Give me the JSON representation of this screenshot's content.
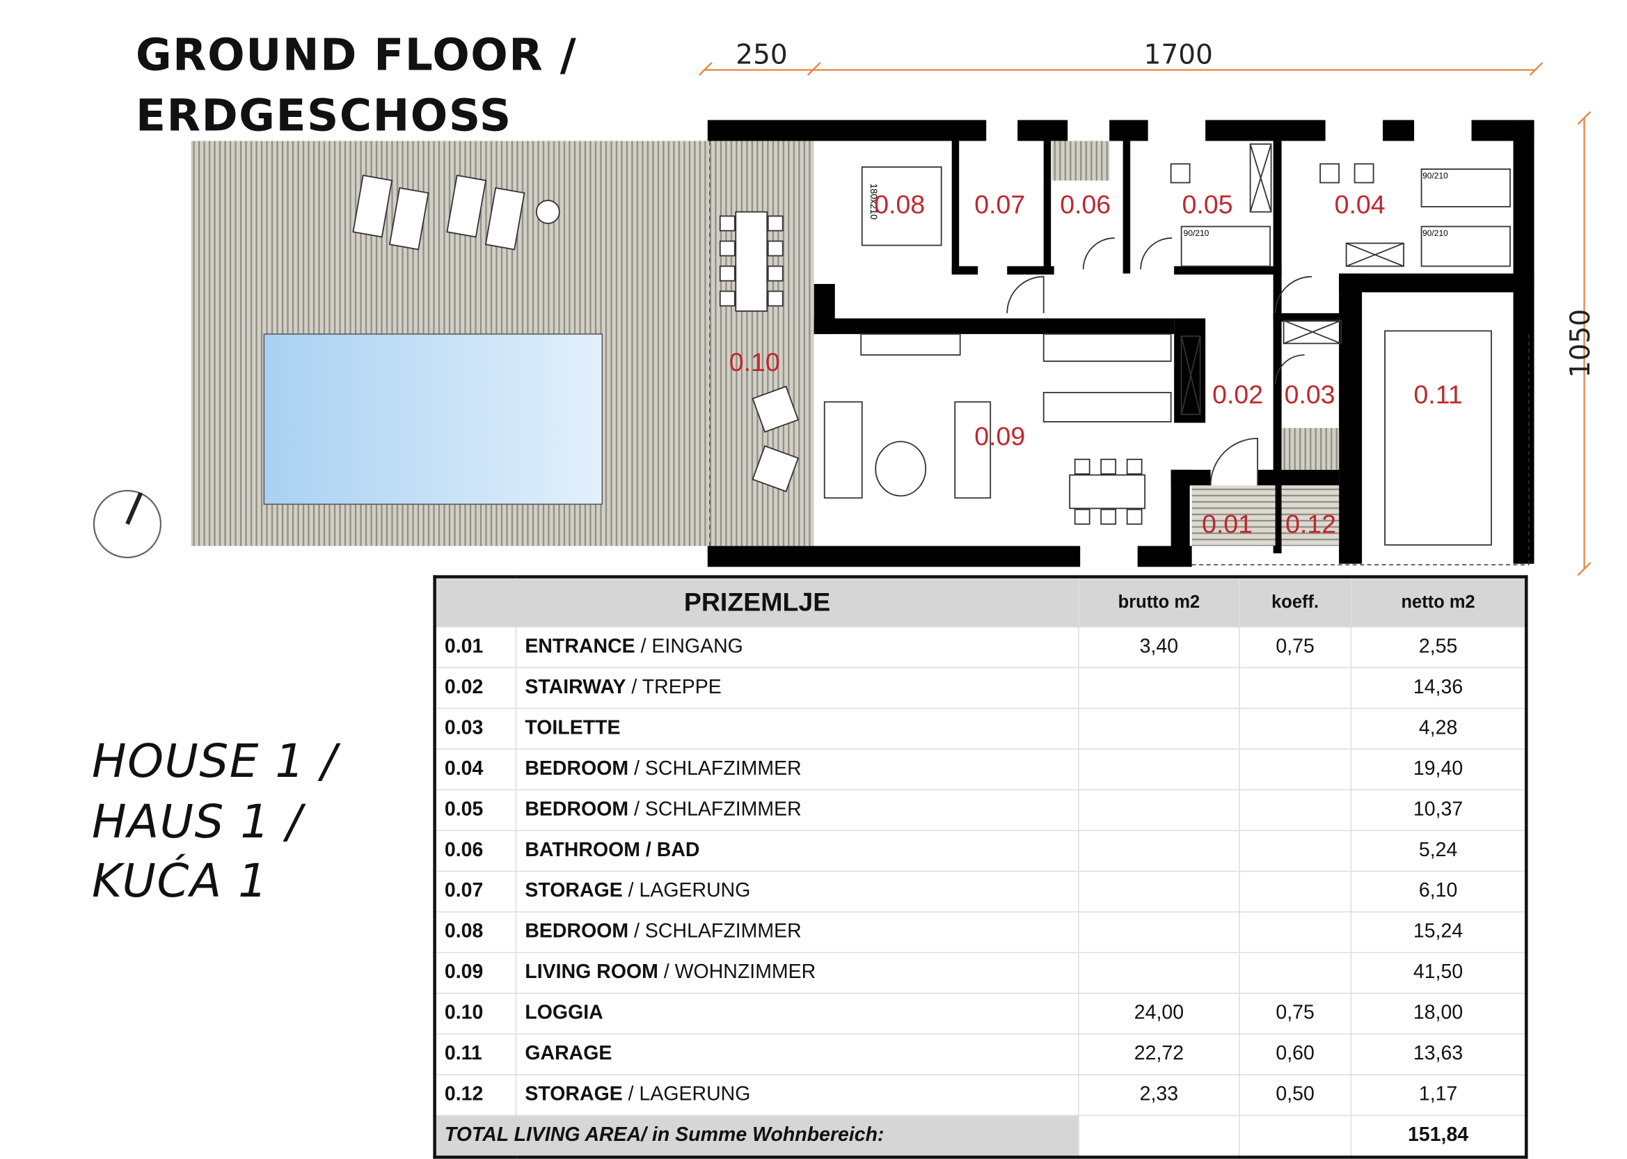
{
  "title": {
    "line1": "GROUND FLOOR /",
    "line2": "ERDGESCHOSS"
  },
  "house": {
    "line1": "HOUSE 1 /",
    "line2": "HAUS 1 /",
    "line3": "KUĆA 1"
  },
  "dimensions": {
    "left": "250",
    "top": "1700",
    "side": "1050"
  },
  "room_labels": [
    "0.01",
    "0.02",
    "0.03",
    "0.04",
    "0.05",
    "0.06",
    "0.07",
    "0.08",
    "0.09",
    "0.10",
    "0.11",
    "0.12"
  ],
  "furniture_labels": {
    "bed_large": "180x210",
    "bed_small": "90/210"
  },
  "colors": {
    "room_label": "#c0262d",
    "dimension": "#e8833a",
    "pool": "#bcdcf5",
    "deck": "#c9c7bd"
  },
  "table": {
    "title": "PRIZEMLJE",
    "headers": {
      "brutto": "brutto m2",
      "koeff": "koeff.",
      "netto": "netto m2"
    },
    "rows": [
      {
        "id": "0.01",
        "bold": "ENTRANCE",
        "rest": " / EINGANG",
        "brutto": "3,40",
        "koeff": "0,75",
        "netto": "2,55"
      },
      {
        "id": "0.02",
        "bold": "STAIRWAY",
        "rest": " / TREPPE",
        "brutto": "",
        "koeff": "",
        "netto": "14,36"
      },
      {
        "id": "0.03",
        "bold": "TOILETTE",
        "rest": "",
        "brutto": "",
        "koeff": "",
        "netto": "4,28"
      },
      {
        "id": "0.04",
        "bold": "BEDROOM",
        "rest": " / SCHLAFZIMMER",
        "brutto": "",
        "koeff": "",
        "netto": "19,40"
      },
      {
        "id": "0.05",
        "bold": "BEDROOM",
        "rest": " / SCHLAFZIMMER",
        "brutto": "",
        "koeff": "",
        "netto": "10,37"
      },
      {
        "id": "0.06",
        "bold": "BATHROOM / BAD",
        "rest": "",
        "brutto": "",
        "koeff": "",
        "netto": "5,24"
      },
      {
        "id": "0.07",
        "bold": "STORAGE",
        "rest": " / LAGERUNG",
        "brutto": "",
        "koeff": "",
        "netto": "6,10"
      },
      {
        "id": "0.08",
        "bold": "BEDROOM",
        "rest": " / SCHLAFZIMMER",
        "brutto": "",
        "koeff": "",
        "netto": "15,24"
      },
      {
        "id": "0.09",
        "bold": "LIVING ROOM",
        "rest": " / WOHNZIMMER",
        "brutto": "",
        "koeff": "",
        "netto": "41,50"
      },
      {
        "id": "0.10",
        "bold": "LOGGIA",
        "rest": "",
        "brutto": "24,00",
        "koeff": "0,75",
        "netto": "18,00"
      },
      {
        "id": "0.11",
        "bold": "GARAGE",
        "rest": "",
        "brutto": "22,72",
        "koeff": "0,60",
        "netto": "13,63"
      },
      {
        "id": "0.12",
        "bold": "STORAGE",
        "rest": " / LAGERUNG",
        "brutto": "2,33",
        "koeff": "0,50",
        "netto": "1,17"
      }
    ],
    "total": {
      "label": "TOTAL LIVING AREA/ in Summe Wohnbereich:",
      "netto": "151,84"
    }
  }
}
